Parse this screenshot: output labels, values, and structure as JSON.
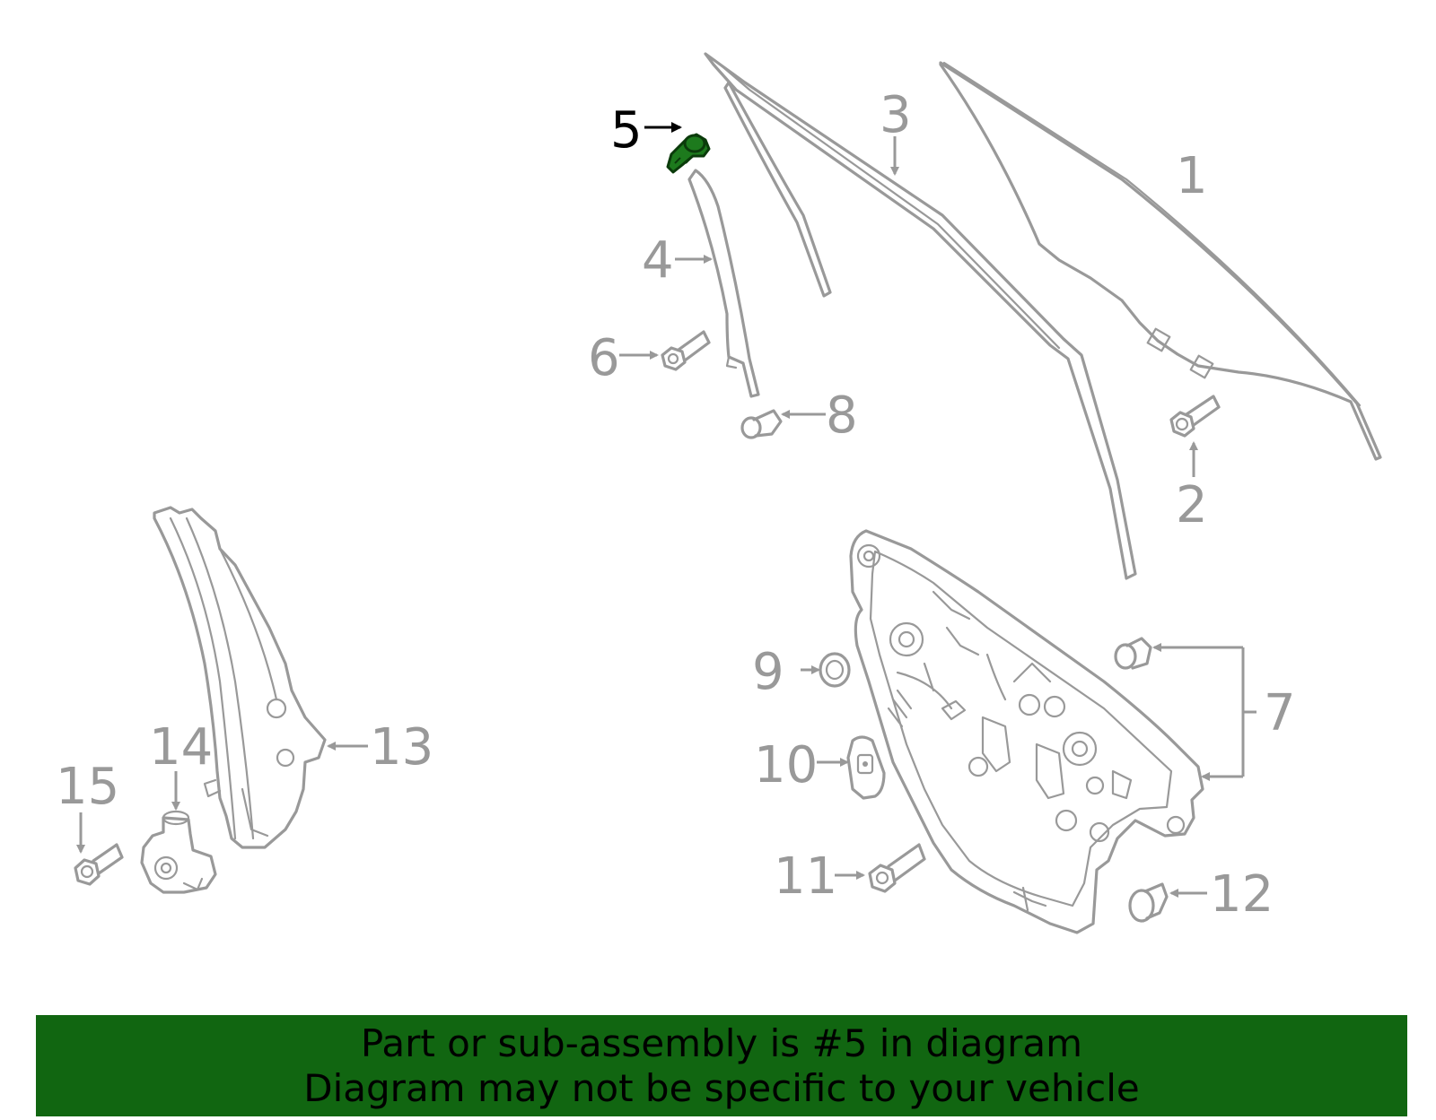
{
  "diagram": {
    "callouts": {
      "c1": "1",
      "c2": "2",
      "c3": "3",
      "c4": "4",
      "c5": "5",
      "c6": "6",
      "c7": "7",
      "c8": "8",
      "c9": "9",
      "c10": "10",
      "c11": "11",
      "c12": "12",
      "c13": "13",
      "c14": "14",
      "c15": "15"
    },
    "highlighted_part": "5",
    "colors": {
      "line_art": "#999999",
      "highlight_fill": "#1d7a1d",
      "banner_background": "#116611",
      "banner_text": "#000000"
    }
  },
  "banner": {
    "line1": "Part or sub-assembly is #5 in diagram",
    "line2": "Diagram may not be specific to your vehicle"
  }
}
